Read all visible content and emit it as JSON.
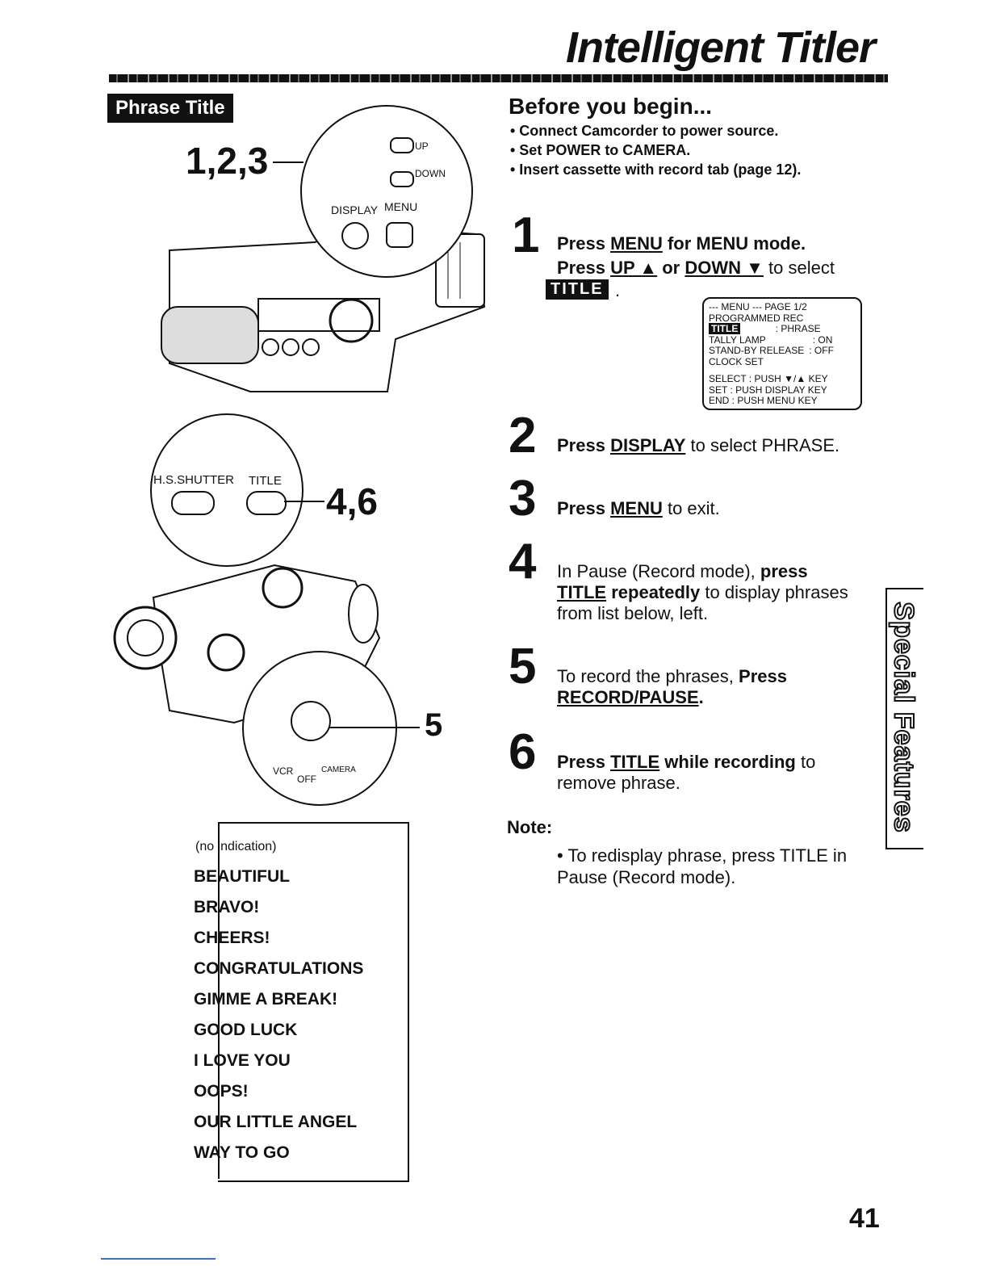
{
  "header": {
    "title": "Intelligent Titler"
  },
  "section": {
    "label": "Phrase Title"
  },
  "figure": {
    "callouts": {
      "top": "1,2,3",
      "middle": "4,6",
      "bottom": "5"
    },
    "top_circle": {
      "up": "UP",
      "down": "DOWN",
      "display": "DISPLAY",
      "menu": "MENU"
    },
    "mid_circle": {
      "shutter": "H.S.SHUTTER",
      "title": "TITLE"
    },
    "bottom_circle": {
      "vcr": "VCR",
      "off": "OFF",
      "camera": "CAMERA"
    }
  },
  "before": {
    "title": "Before you begin...",
    "items": [
      "• Connect Camcorder to power source.",
      "• Set POWER to CAMERA.",
      "• Insert cassette with record tab (page 12)."
    ]
  },
  "steps": {
    "s1": {
      "num": "1",
      "a1": "Press ",
      "a2": "MENU",
      "a3": " for MENU mode.",
      "b1": "Press ",
      "b2": "UP ▲",
      "b3": " or ",
      "b4": "DOWN ▼",
      "b5": " to select",
      "chip": "TITLE",
      "chip_tail": "."
    },
    "s2": {
      "num": "2",
      "t1": "Press ",
      "t2": "DISPLAY",
      "t3": " to select PHRASE."
    },
    "s3": {
      "num": "3",
      "t1": "Press ",
      "t2": "MENU",
      "t3": " to exit."
    },
    "s4": {
      "num": "4",
      "l1a": "In Pause (Record mode), ",
      "l1b": "press",
      "l2a": "TITLE",
      "l2b": " repeatedly",
      "l2c": " to display phrases",
      "l3": "from list below, left."
    },
    "s5": {
      "num": "5",
      "l1a": "To record the phrases, ",
      "l1b": "Press",
      "l2": "RECORD/PAUSE",
      "l2t": "."
    },
    "s6": {
      "num": "6",
      "l1a": "Press ",
      "l1b": "TITLE",
      "l1c": " while recording",
      "l1d": " to",
      "l2": "remove phrase."
    }
  },
  "menu_screen": {
    "header": "--- MENU ---   PAGE 1/2",
    "rows": [
      "PROGRAMMED REC",
      "TITLE",
      ": PHRASE",
      "TALLY LAMP",
      ": ON",
      "STAND-BY RELEASE",
      ": OFF",
      "CLOCK SET"
    ],
    "footer": [
      "SELECT : PUSH ▼/▲ KEY",
      "SET : PUSH DISPLAY KEY",
      "END : PUSH MENU KEY"
    ]
  },
  "phrases": {
    "first": "(no indication)",
    "list": [
      "BEAUTIFUL",
      "BRAVO!",
      "CHEERS!",
      "CONGRATULATIONS",
      "GIMME A BREAK!",
      "GOOD LUCK",
      "I LOVE YOU",
      "OOPS!",
      "OUR LITTLE ANGEL",
      "WAY TO GO"
    ]
  },
  "note": {
    "title": "Note:",
    "text": "• To redisplay phrase, press TITLE in Pause (Record mode)."
  },
  "side_tab": {
    "label": "Special Features"
  },
  "page_number": "41"
}
